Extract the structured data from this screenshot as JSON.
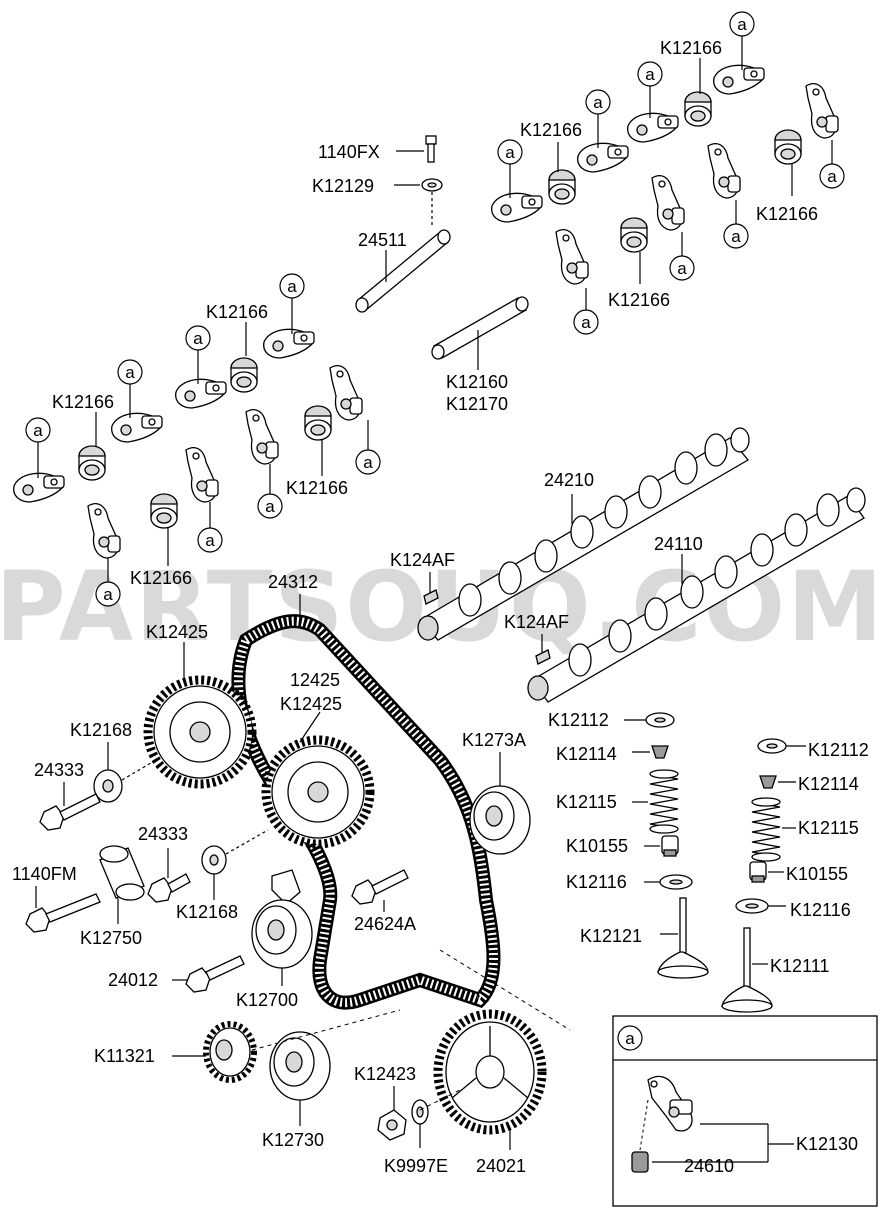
{
  "watermark": "PARTSOUQ.COM",
  "legend_symbol": "a",
  "labels": {
    "l_1140FX": "1140FX",
    "l_K12129": "K12129",
    "l_24511": "24511",
    "l_K12166_a": "K12166",
    "l_K12166_b": "K12166",
    "l_K12166_c": "K12166",
    "l_K12166_d": "K12166",
    "l_K12166_e": "K12166",
    "l_K12166_f": "K12166",
    "l_K12166_g": "K12166",
    "l_K12166_h": "K12166",
    "l_K12160": "K12160",
    "l_K12170": "K12170",
    "l_24210": "24210",
    "l_24110": "24110",
    "l_K124AF_a": "K124AF",
    "l_K124AF_b": "K124AF",
    "l_24312": "24312",
    "l_K12425_a": "K12425",
    "l_12425": "12425",
    "l_K12425_b": "K12425",
    "l_K12168_a": "K12168",
    "l_24333_a": "24333",
    "l_24333_b": "24333",
    "l_K12168_b": "K12168",
    "l_1140FM": "1140FM",
    "l_K12750": "K12750",
    "l_K1273A": "K1273A",
    "l_24624A": "24624A",
    "l_24012": "24012",
    "l_K12700": "K12700",
    "l_K11321": "K11321",
    "l_K12730": "K12730",
    "l_K12423": "K12423",
    "l_K9997E": "K9997E",
    "l_24021": "24021",
    "l_K12112_a": "K12112",
    "l_K12114_a": "K12114",
    "l_K12115_a": "K12115",
    "l_K10155_a": "K10155",
    "l_K12116_a": "K12116",
    "l_K12121": "K12121",
    "l_K12112_b": "K12112",
    "l_K12114_b": "K12114",
    "l_K12115_b": "K12115",
    "l_K10155_b": "K10155",
    "l_K12116_b": "K12116",
    "l_K12111": "K12111",
    "l_K12130": "K12130",
    "l_24610": "24610"
  }
}
